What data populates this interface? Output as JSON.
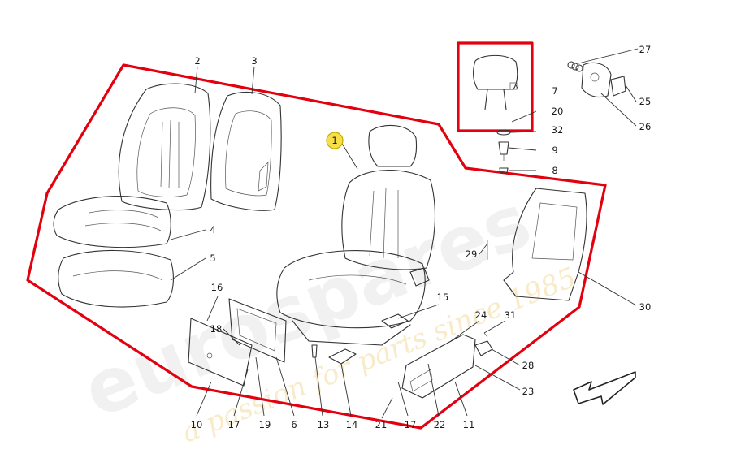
{
  "watermark": {
    "brand": "eurospares",
    "tagline": "a passion for parts since 1985"
  },
  "colors": {
    "highlight": "#e3000f",
    "marker_fill": "#f5e04a",
    "marker_stroke": "#c9a800",
    "line": "#333333"
  },
  "callouts": {
    "c1": "1",
    "c2": "2",
    "c3": "3",
    "c4": "4",
    "c5": "5",
    "c6": "6",
    "c7": "7",
    "c8": "8",
    "c9": "9",
    "c10": "10",
    "c11": "11",
    "c13": "13",
    "c14": "14",
    "c15": "15",
    "c16": "16",
    "c17a": "17",
    "c17b": "17",
    "c18": "18",
    "c19": "19",
    "c20": "20",
    "c21": "21",
    "c22": "22",
    "c23": "23",
    "c24": "24",
    "c25": "25",
    "c26": "26",
    "c27": "27",
    "c28": "28",
    "c29": "29",
    "c30": "30",
    "c31": "31",
    "c32": "32"
  },
  "icons": {
    "direction_arrow": "arrow-down-left-icon",
    "selected_marker": "selected-part-marker-icon"
  }
}
